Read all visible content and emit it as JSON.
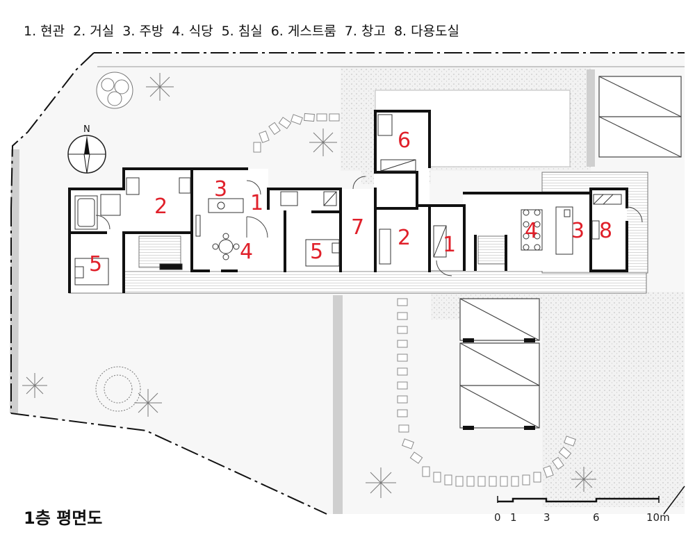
{
  "legend": {
    "items": [
      "1. 현관",
      "2. 거실",
      "3. 주방",
      "4. 식당",
      "5. 침실",
      "6. 게스트룸",
      "7. 창고",
      "8. 다용도실"
    ]
  },
  "plan_title": "1층 평면도",
  "north_label": "N",
  "scale_bar": {
    "labels": [
      "0",
      "1",
      "3",
      "6",
      "10m"
    ]
  },
  "room_labels": [
    "3",
    "2",
    "1",
    "4",
    "5",
    "7",
    "6",
    "2",
    "1",
    "4",
    "3",
    "8",
    "5"
  ],
  "colors": {
    "room_label": "#e0202a",
    "wall": "#111111",
    "ground_texture": "#d6d6d6"
  }
}
